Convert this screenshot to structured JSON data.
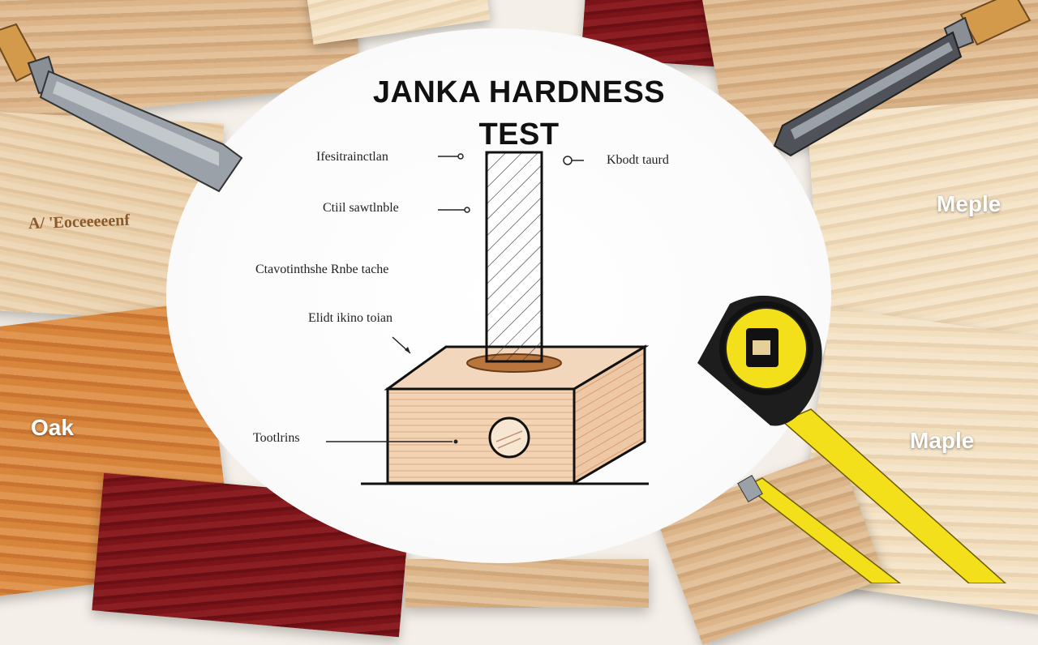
{
  "diagram": {
    "title_line1": "JANKA HARDNESS",
    "title_line2": "TEST",
    "annotations": {
      "top_left": "Ifesitrainctlan",
      "top_right": "Kbodt taurd",
      "mid_upper": "Ctiil sawtlnble",
      "mid_lower": "Ctavotinthshe Rnbe tache",
      "lower": "Elidt ikino toian",
      "bottom": "Tootlrins"
    }
  },
  "wood_labels": {
    "left_top": "Oak",
    "right_top": "Meple",
    "right_bottom": "Maple",
    "plank_engraving": "A/ 'Eoceeeeenf"
  },
  "colors": {
    "ink": "#111111",
    "tape_yellow": "#f3df1a",
    "wood_red": "#7a1418",
    "wood_orange": "#d8853c"
  },
  "icons": [
    "chisel-icon",
    "tape-measure-icon"
  ]
}
